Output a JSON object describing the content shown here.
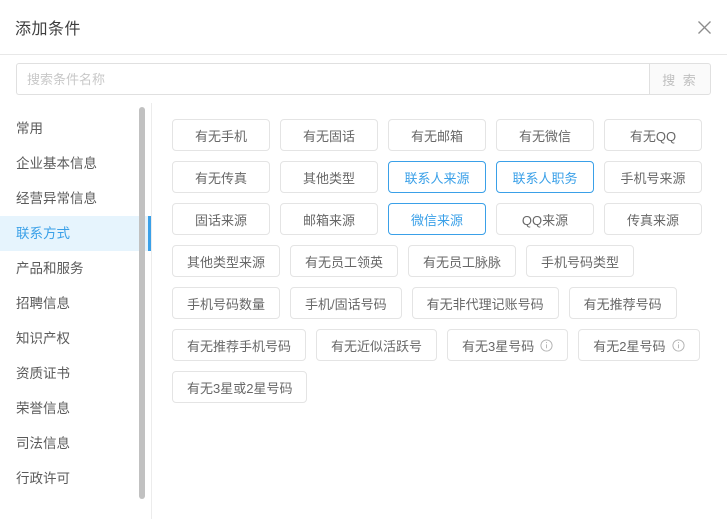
{
  "header": {
    "title": "添加条件",
    "close_icon": "close-icon"
  },
  "search": {
    "placeholder": "搜索条件名称",
    "value": "",
    "button_label": "搜 索"
  },
  "sidebar": {
    "items": [
      {
        "label": "常用",
        "active": false
      },
      {
        "label": "企业基本信息",
        "active": false
      },
      {
        "label": "经营异常信息",
        "active": false
      },
      {
        "label": "联系方式",
        "active": true
      },
      {
        "label": "产品和服务",
        "active": false
      },
      {
        "label": "招聘信息",
        "active": false
      },
      {
        "label": "知识产权",
        "active": false
      },
      {
        "label": "资质证书",
        "active": false
      },
      {
        "label": "荣誉信息",
        "active": false
      },
      {
        "label": "司法信息",
        "active": false
      },
      {
        "label": "行政许可",
        "active": false
      }
    ]
  },
  "content": {
    "tags": [
      {
        "label": "有无手机",
        "selected": false,
        "info": false
      },
      {
        "label": "有无固话",
        "selected": false,
        "info": false
      },
      {
        "label": "有无邮箱",
        "selected": false,
        "info": false
      },
      {
        "label": "有无微信",
        "selected": false,
        "info": false
      },
      {
        "label": "有无QQ",
        "selected": false,
        "info": false
      },
      {
        "label": "有无传真",
        "selected": false,
        "info": false
      },
      {
        "label": "其他类型",
        "selected": false,
        "info": false
      },
      {
        "label": "联系人来源",
        "selected": true,
        "info": false
      },
      {
        "label": "联系人职务",
        "selected": true,
        "info": false
      },
      {
        "label": "手机号来源",
        "selected": false,
        "info": false
      },
      {
        "label": "固话来源",
        "selected": false,
        "info": false
      },
      {
        "label": "邮箱来源",
        "selected": false,
        "info": false
      },
      {
        "label": "微信来源",
        "selected": true,
        "info": false
      },
      {
        "label": "QQ来源",
        "selected": false,
        "info": false
      },
      {
        "label": "传真来源",
        "selected": false,
        "info": false
      },
      {
        "label": "其他类型来源",
        "selected": false,
        "info": false
      },
      {
        "label": "有无员工领英",
        "selected": false,
        "info": false
      },
      {
        "label": "有无员工脉脉",
        "selected": false,
        "info": false
      },
      {
        "label": "手机号码类型",
        "selected": false,
        "info": false
      },
      {
        "label": "手机号码数量",
        "selected": false,
        "info": false
      },
      {
        "label": "手机/固话号码",
        "selected": false,
        "info": false
      },
      {
        "label": "有无非代理记账号码",
        "selected": false,
        "info": false
      },
      {
        "label": "有无推荐号码",
        "selected": false,
        "info": false
      },
      {
        "label": "有无推荐手机号码",
        "selected": false,
        "info": false
      },
      {
        "label": "有无近似活跃号",
        "selected": false,
        "info": false
      },
      {
        "label": "有无3星号码",
        "selected": false,
        "info": true
      },
      {
        "label": "有无2星号码",
        "selected": false,
        "info": true
      },
      {
        "label": "有无3星或2星号码",
        "selected": false,
        "info": false
      }
    ]
  },
  "colors": {
    "accent": "#3aa0e8",
    "accent_bg": "#e6f4fd",
    "text": "#676767",
    "border": "#e4e4e4"
  }
}
